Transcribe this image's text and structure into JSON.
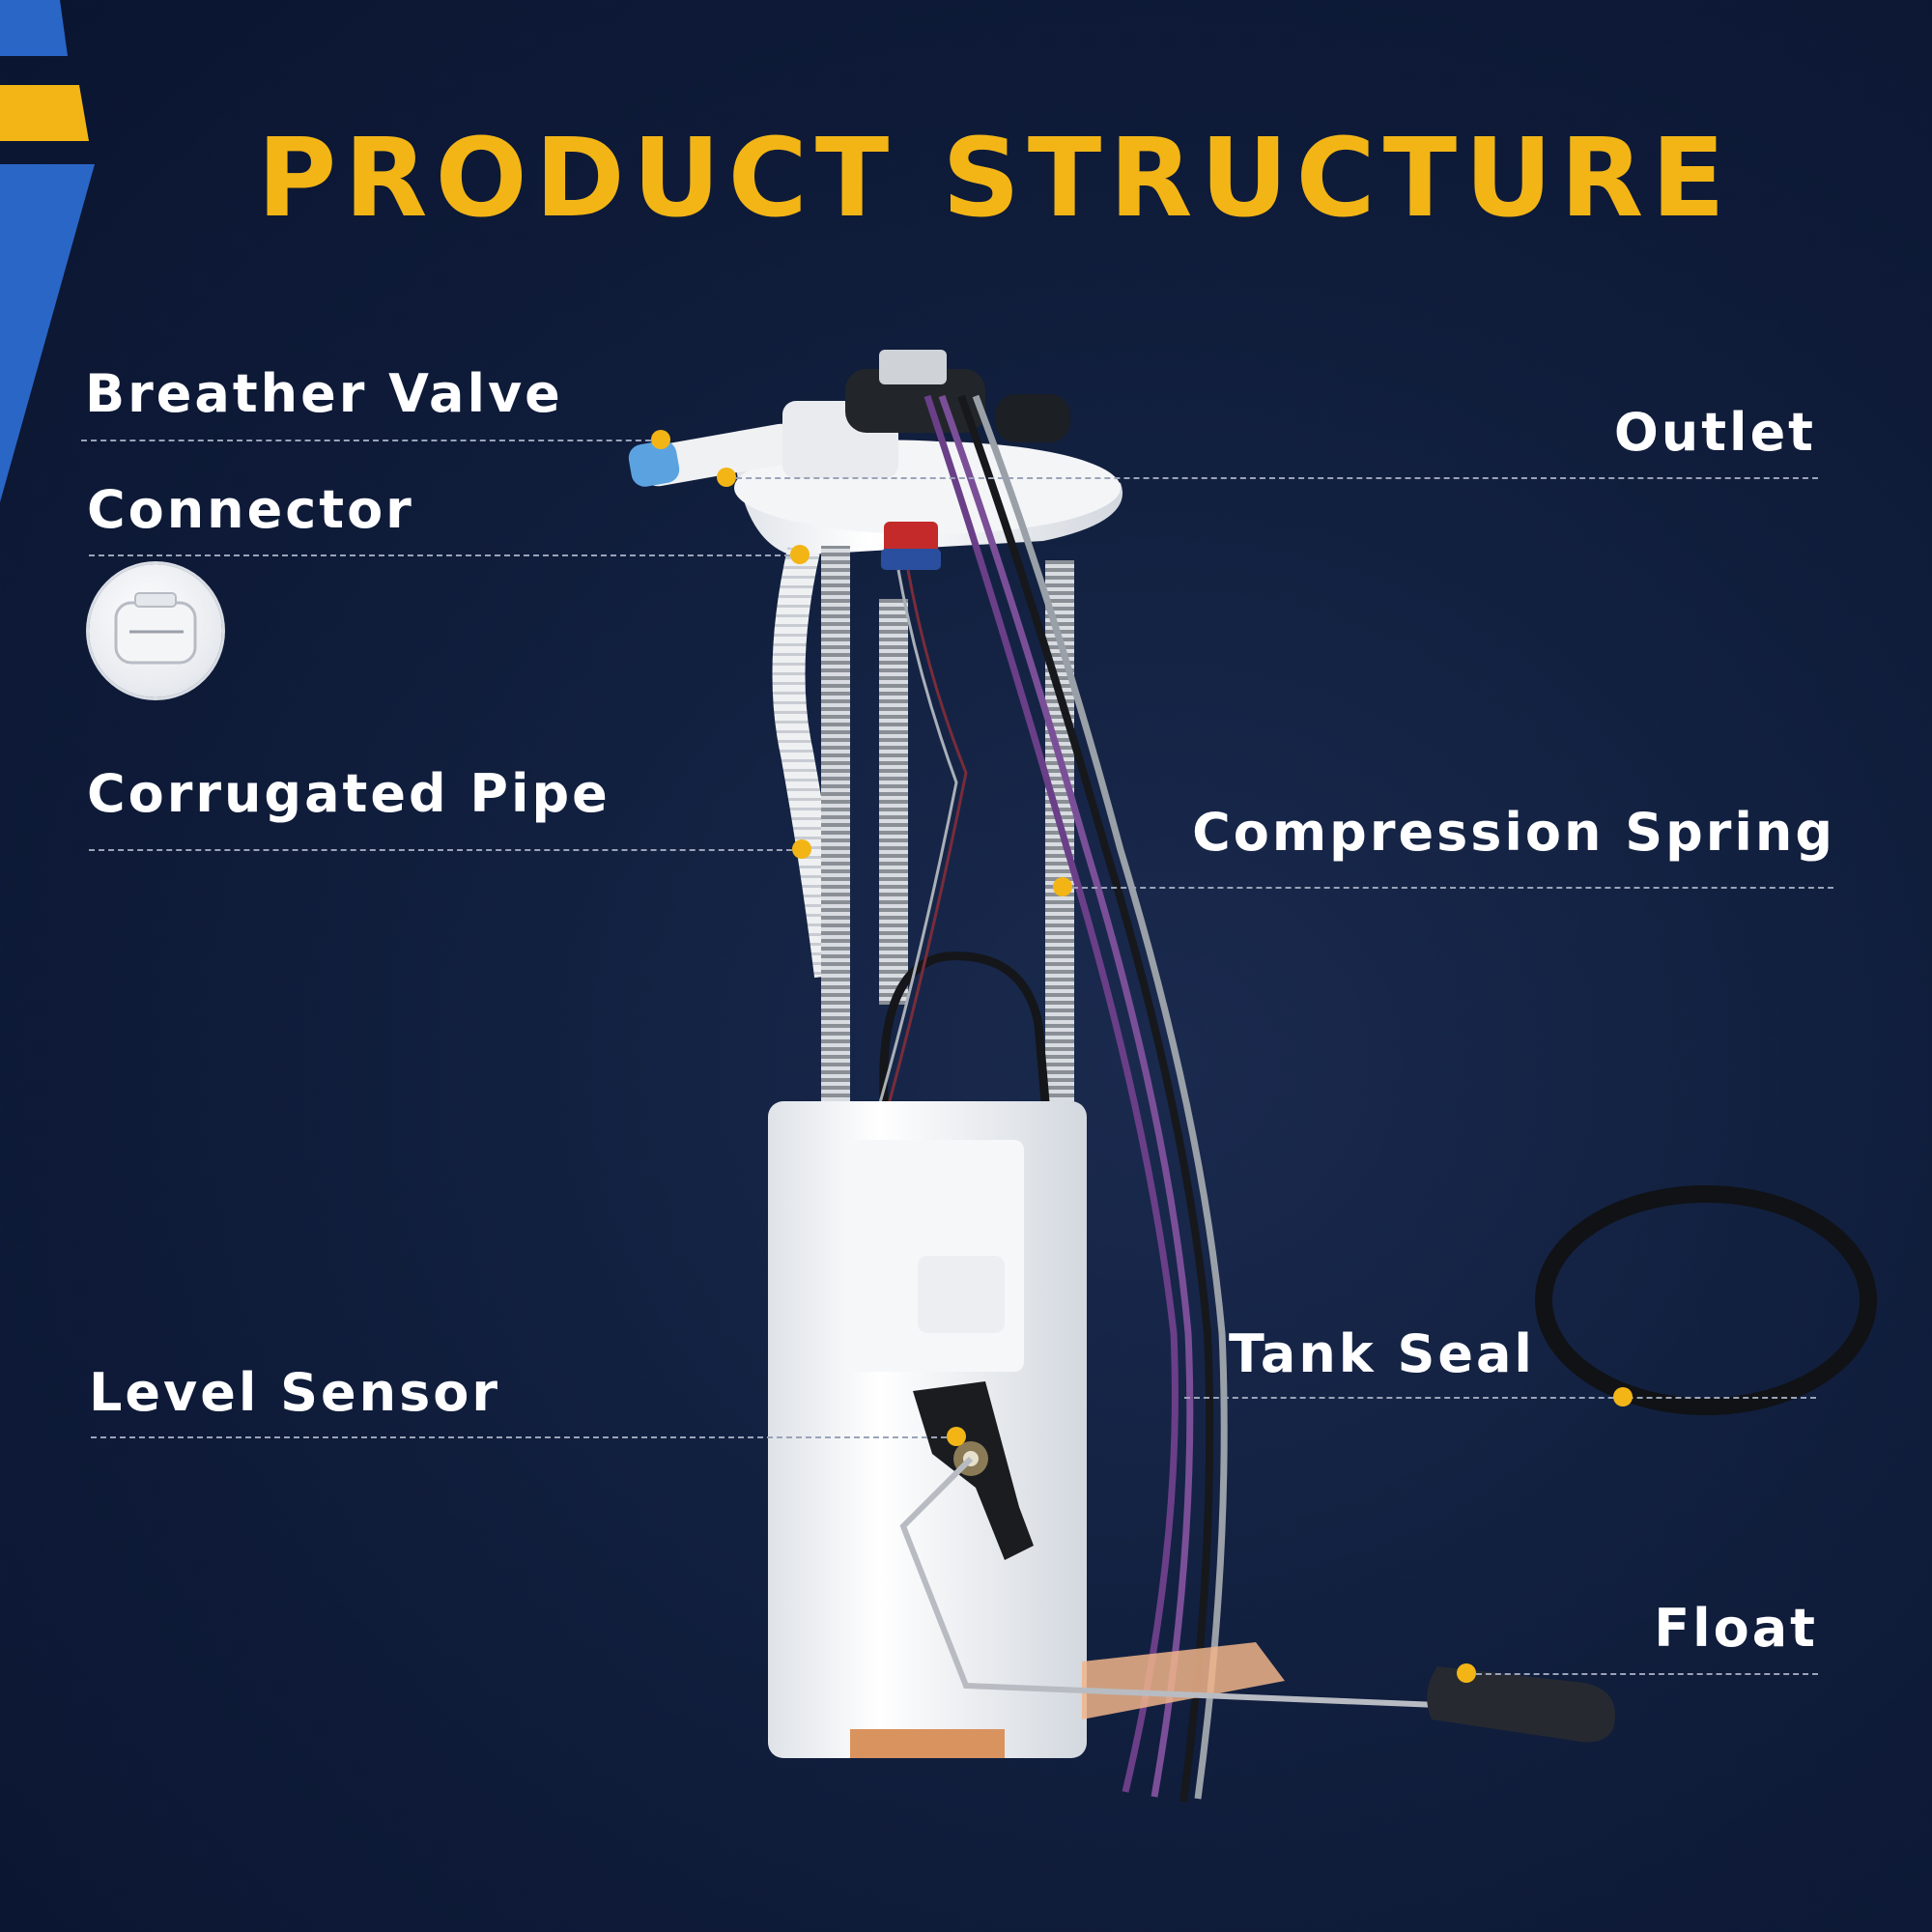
{
  "title": "PRODUCT STRUCTURE",
  "colors": {
    "accent_yellow": "#f3b516",
    "accent_blue": "#2a66c6",
    "background": "#0f1c3a",
    "label_text": "#ffffff"
  },
  "labels": {
    "breather_valve": "Breather Valve",
    "connector": "Connector",
    "corrugated_pipe": "Corrugated Pipe",
    "level_sensor": "Level Sensor",
    "outlet": "Outlet",
    "compression_spring": "Compression Spring",
    "tank_seal": "Tank Seal",
    "float": "Float"
  }
}
